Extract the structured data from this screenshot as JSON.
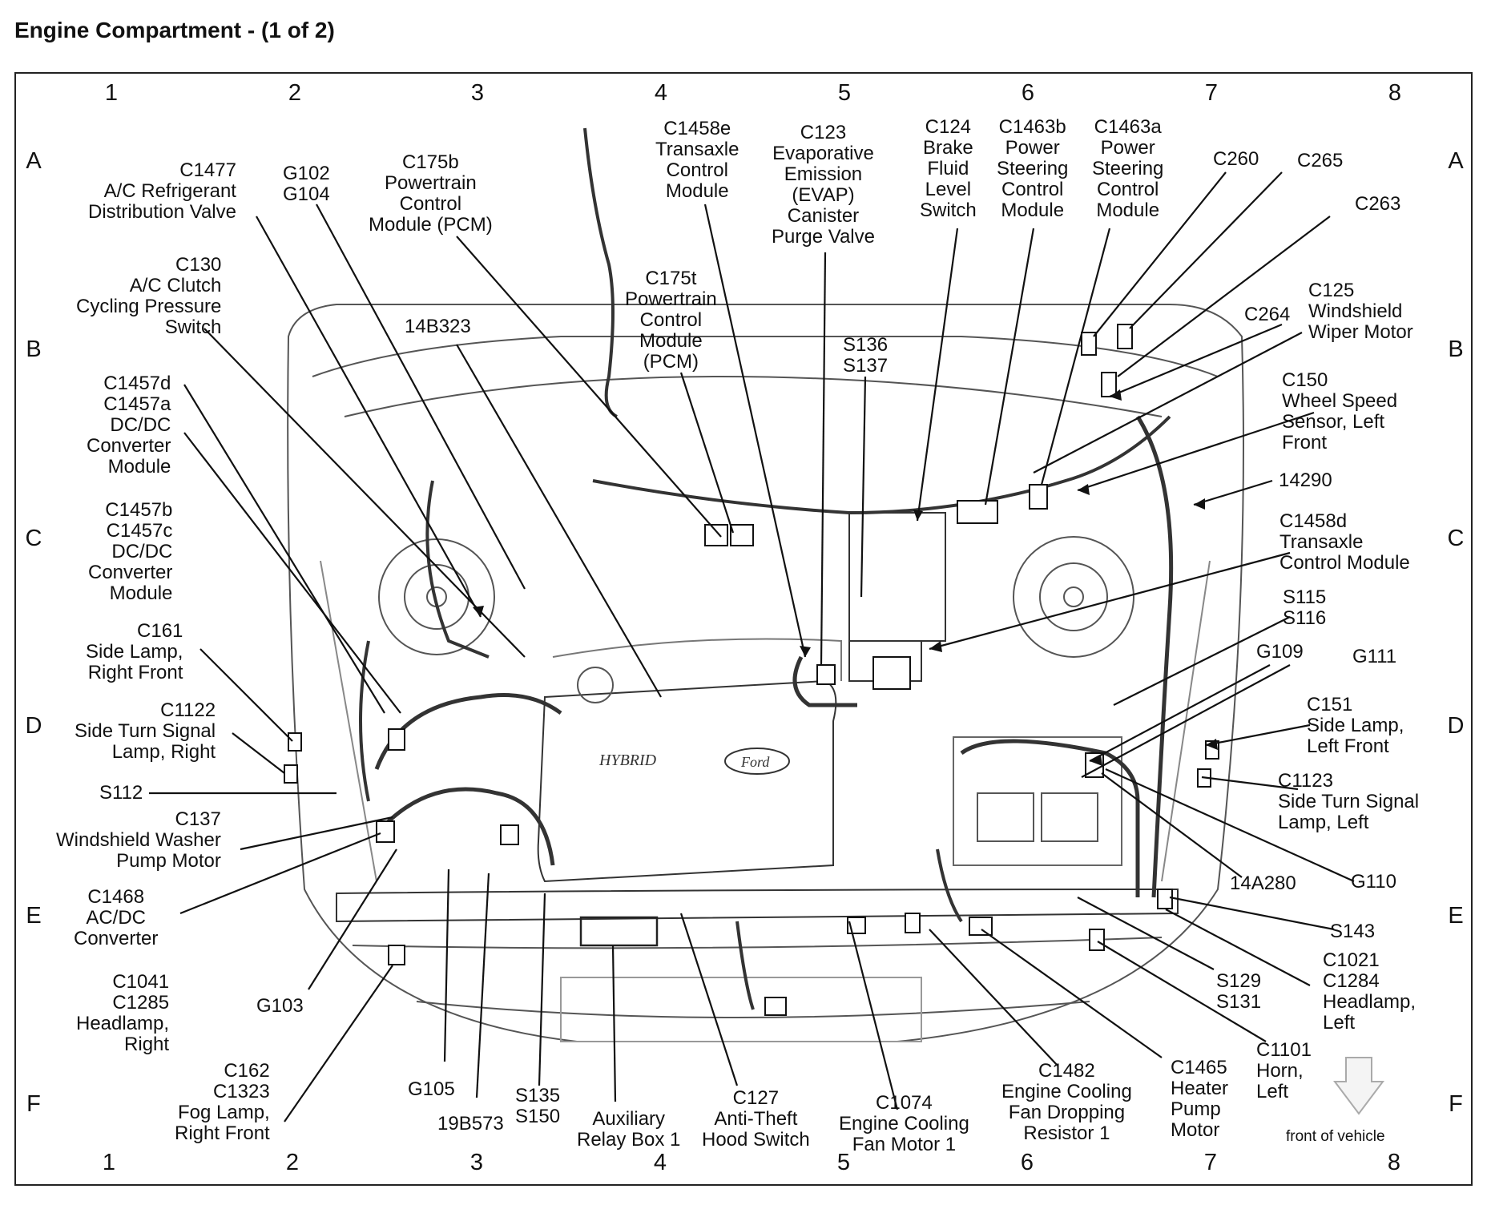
{
  "title": "Engine Compartment - (1 of 2)",
  "columns": [
    "1",
    "2",
    "3",
    "4",
    "5",
    "6",
    "7",
    "8"
  ],
  "rows": [
    "A",
    "B",
    "C",
    "D",
    "E",
    "F"
  ],
  "photo": {
    "badge_left": "HYBRID",
    "badge_right": "Ford"
  },
  "front_of_vehicle": "front of vehicle",
  "labels": {
    "c1477": "C1477\nA/C Refrigerant\nDistribution Valve",
    "g102": "G102\nG104",
    "c175b": "C175b\nPowertrain\nControl\nModule (PCM)",
    "c1458e": "C1458e\nTransaxle\nControl\nModule",
    "c123": "C123\nEvaporative\nEmission\n(EVAP)\nCanister\nPurge Valve",
    "c124": "C124\nBrake\nFluid\nLevel\nSwitch",
    "c1463b": "C1463b\nPower\nSteering\nControl\nModule",
    "c1463a": "C1463a\nPower\nSteering\nControl\nModule",
    "c260": "C260",
    "c265": "C265",
    "c263": "C263",
    "c130": "C130\nA/C Clutch\nCycling Pressure\nSwitch",
    "14b323": "14B323",
    "c175t": "C175t\nPowertrain\nControl\nModule\n(PCM)",
    "s136": "S136\nS137",
    "c264": "C264",
    "c125": "C125\nWindshield\nWiper Motor",
    "c1457d": "C1457d\nC1457a\nDC/DC\nConverter\nModule",
    "c150": "C150\nWheel Speed\nSensor, Left\nFront",
    "14290": "14290",
    "c1457b": "C1457b\nC1457c\nDC/DC\nConverter\nModule",
    "c1458d": "C1458d\nTransaxle\nControl Module",
    "s115": "S115\nS116",
    "c161": "C161\nSide Lamp,\nRight Front",
    "g109": "G109",
    "g111": "G111",
    "c1122": "C1122\nSide Turn Signal\nLamp, Right",
    "c151": "C151\nSide Lamp,\nLeft Front",
    "s112": "S112",
    "c1123": "C1123\nSide Turn Signal\nLamp, Left",
    "c137": "C137\nWindshield Washer\nPump Motor",
    "14a280": "14A280",
    "g110": "G110",
    "c1468": "C1468\nAC/DC\nConverter",
    "s143": "S143",
    "c1041": "C1041\nC1285\nHeadlamp,\nRight",
    "g103": "G103",
    "c1021": "C1021\nC1284\nHeadlamp,\nLeft",
    "s129": "S129\nS131",
    "c1101": "C1101\nHorn,\nLeft",
    "c162": "C162\nC1323\nFog Lamp,\nRight Front",
    "g105": "G105",
    "19b573": "19B573",
    "s135": "S135\nS150",
    "aux": "Auxiliary\nRelay Box 1",
    "c127": "C127\nAnti-Theft\nHood Switch",
    "c1074": "C1074\nEngine Cooling\nFan Motor 1",
    "c1482": "C1482\nEngine Cooling\nFan Dropping\nResistor 1",
    "c1465": "C1465\nHeater\nPump\nMotor"
  }
}
